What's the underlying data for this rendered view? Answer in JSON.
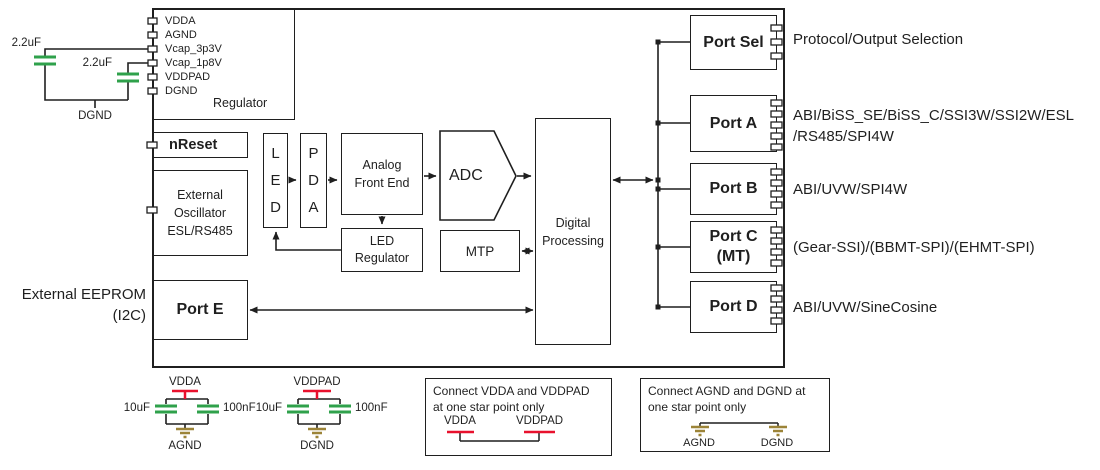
{
  "colors": {
    "cap_green": "#2fa14b",
    "supply_red": "#e8112d",
    "ground_tan": "#9c8438",
    "line_black": "#1f1f1f"
  },
  "regulator": {
    "pins": [
      "VDDA",
      "AGND",
      "Vcap_3p3V",
      "Vcap_1p8V",
      "VDDPAD",
      "DGND"
    ],
    "label": "Regulator"
  },
  "blocks": {
    "nreset": "nReset",
    "osc": [
      "External",
      "Oscillator",
      "ESL/RS485"
    ],
    "port_e": "Port E",
    "led": [
      "L",
      "E",
      "D"
    ],
    "pda": [
      "P",
      "D",
      "A"
    ],
    "afe": [
      "Analog",
      "Front End"
    ],
    "adc": "ADC",
    "led_reg": [
      "LED",
      "Regulator"
    ],
    "mtp": "MTP",
    "digital": [
      "Digital",
      "Processing"
    ]
  },
  "ports": {
    "sel": "Port Sel",
    "a": "Port A",
    "b": "Port B",
    "c": [
      "Port C",
      "(MT)"
    ],
    "d": "Port D"
  },
  "port_descriptions": {
    "sel": "Protocol/Output Selection",
    "a": [
      "ABI/BiSS_SE/BiSS_C/SSI3W/SSI2W/ESL",
      "/RS485/SPI4W"
    ],
    "b": "ABI/UVW/SPI4W",
    "c": "(Gear-SSI)/(BBMT-SPI)/(EHMT-SPI)",
    "d": "ABI/UVW/SineCosine"
  },
  "left_side": {
    "cap1": "2.2uF",
    "cap2": "2.2uF",
    "dgnd": "DGND",
    "eeprom": [
      "External EEPROM",
      "(I2C)"
    ]
  },
  "bottom": {
    "vdda_net": {
      "rail": "VDDA",
      "cap1": "10uF",
      "cap2": "100nF",
      "gnd": "AGND"
    },
    "vddpad_net": {
      "rail": "VDDPAD",
      "cap1": "10uF",
      "cap2": "100nF",
      "gnd": "DGND"
    },
    "note_power": {
      "text": [
        "Connect VDDA and VDDPAD",
        "at one star point only"
      ],
      "label1": "VDDA",
      "label2": "VDDPAD"
    },
    "note_ground": {
      "text": [
        "Connect AGND and DGND at",
        "one star point only"
      ],
      "label1": "AGND",
      "label2": "DGND"
    }
  }
}
